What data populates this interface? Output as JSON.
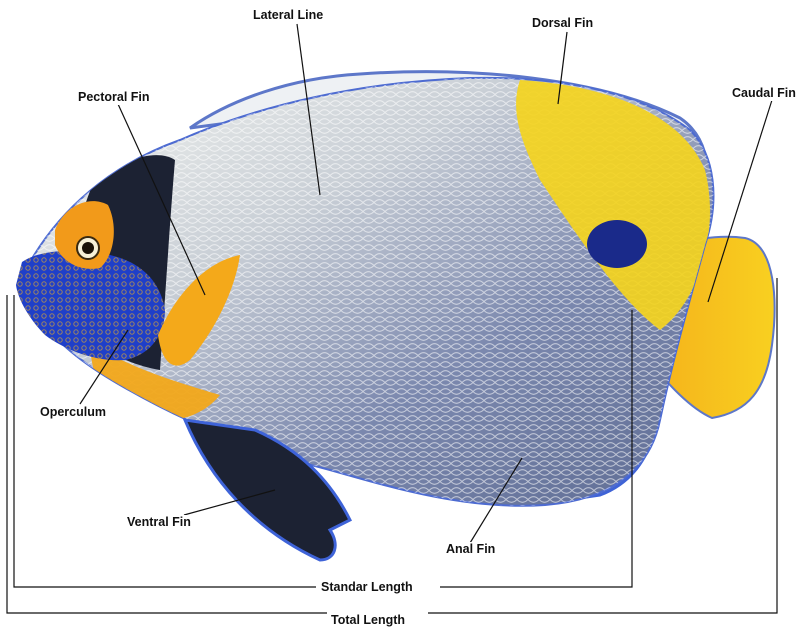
{
  "labels": {
    "lateral_line": "Lateral Line",
    "dorsal_fin": "Dorsal Fin",
    "pectoral_fin": "Pectoral Fin",
    "caudal_fin": "Caudal Fin",
    "operculum": "Operculum",
    "ventral_fin": "Ventral Fin",
    "anal_fin": "Anal Fin",
    "standard_length": "Standar Length",
    "total_length": "Total Length"
  },
  "colors": {
    "body_light": "#f4f6f0",
    "body_blue": "#6f7fa8",
    "face_blue": "#1f3fc9",
    "yellow": "#f2d21e",
    "orange": "#f2a81a",
    "dark": "#1c2233",
    "eye_spot": "#1a2a8a"
  },
  "icons": {
    "fish": "blueface-angelfish-illustration"
  }
}
